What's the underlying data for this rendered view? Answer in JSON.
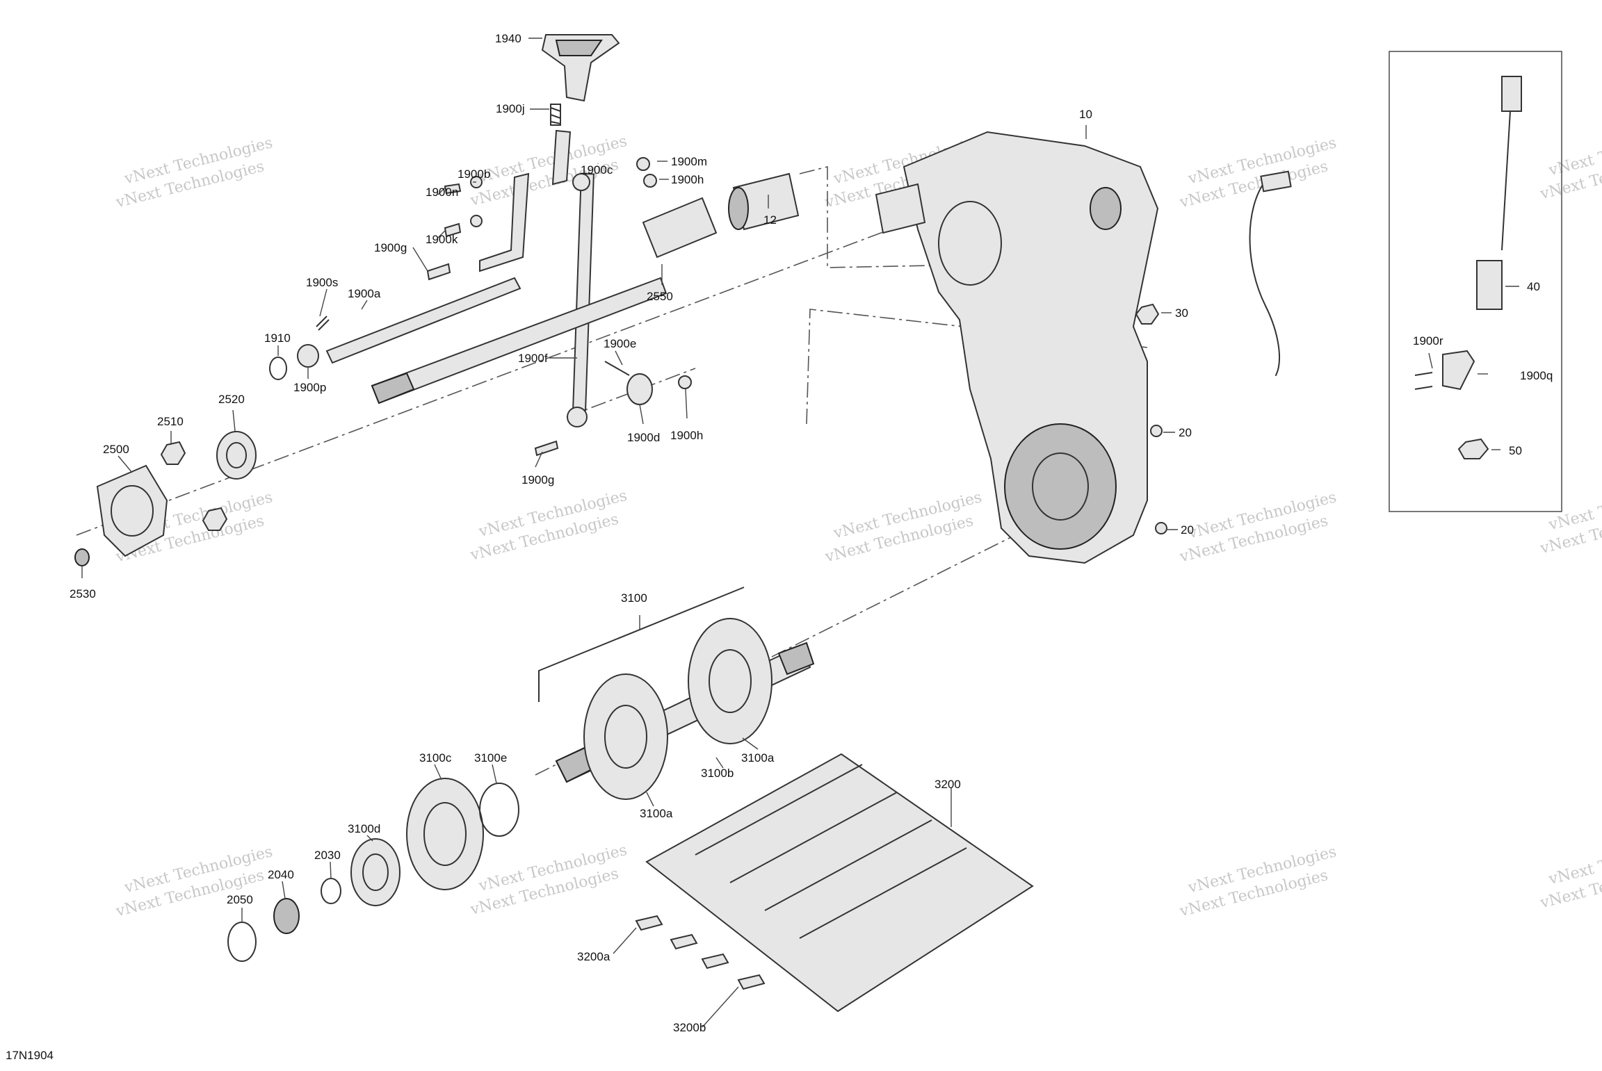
{
  "diagram": {
    "doc_code": "17N1904",
    "watermark": "vNext Technologies",
    "labels": [
      {
        "id": "1940",
        "text": "1940"
      },
      {
        "id": "1900j",
        "text": "1900j"
      },
      {
        "id": "1900m",
        "text": "1900m"
      },
      {
        "id": "1900c",
        "text": "1900c"
      },
      {
        "id": "1900h-top",
        "text": "1900h"
      },
      {
        "id": "1900b",
        "text": "1900b"
      },
      {
        "id": "1900n",
        "text": "1900n"
      },
      {
        "id": "1900k",
        "text": "1900k"
      },
      {
        "id": "1900g-top",
        "text": "1900g"
      },
      {
        "id": "1900s",
        "text": "1900s"
      },
      {
        "id": "1900a",
        "text": "1900a"
      },
      {
        "id": "1910",
        "text": "1910"
      },
      {
        "id": "1900p",
        "text": "1900p"
      },
      {
        "id": "2520",
        "text": "2520"
      },
      {
        "id": "2510",
        "text": "2510"
      },
      {
        "id": "2500",
        "text": "2500"
      },
      {
        "id": "2530",
        "text": "2530"
      },
      {
        "id": "12",
        "text": "12"
      },
      {
        "id": "2550",
        "text": "2550"
      },
      {
        "id": "1900e",
        "text": "1900e"
      },
      {
        "id": "1900f",
        "text": "1900f"
      },
      {
        "id": "1900d",
        "text": "1900d"
      },
      {
        "id": "1900h-bot",
        "text": "1900h"
      },
      {
        "id": "1900g-bot",
        "text": "1900g"
      },
      {
        "id": "10",
        "text": "10"
      },
      {
        "id": "30",
        "text": "30"
      },
      {
        "id": "20-a",
        "text": "20"
      },
      {
        "id": "20-b",
        "text": "20"
      },
      {
        "id": "40",
        "text": "40"
      },
      {
        "id": "1900r",
        "text": "1900r"
      },
      {
        "id": "1900q",
        "text": "1900q"
      },
      {
        "id": "50",
        "text": "50"
      },
      {
        "id": "3100",
        "text": "3100"
      },
      {
        "id": "3100c",
        "text": "3100c"
      },
      {
        "id": "3100e",
        "text": "3100e"
      },
      {
        "id": "3100a-right",
        "text": "3100a"
      },
      {
        "id": "3100b",
        "text": "3100b"
      },
      {
        "id": "3100a-bot",
        "text": "3100a"
      },
      {
        "id": "3100d",
        "text": "3100d"
      },
      {
        "id": "2030",
        "text": "2030"
      },
      {
        "id": "2040",
        "text": "2040"
      },
      {
        "id": "2050",
        "text": "2050"
      },
      {
        "id": "3200",
        "text": "3200"
      },
      {
        "id": "3200a",
        "text": "3200a"
      },
      {
        "id": "3200b",
        "text": "3200b"
      }
    ]
  }
}
